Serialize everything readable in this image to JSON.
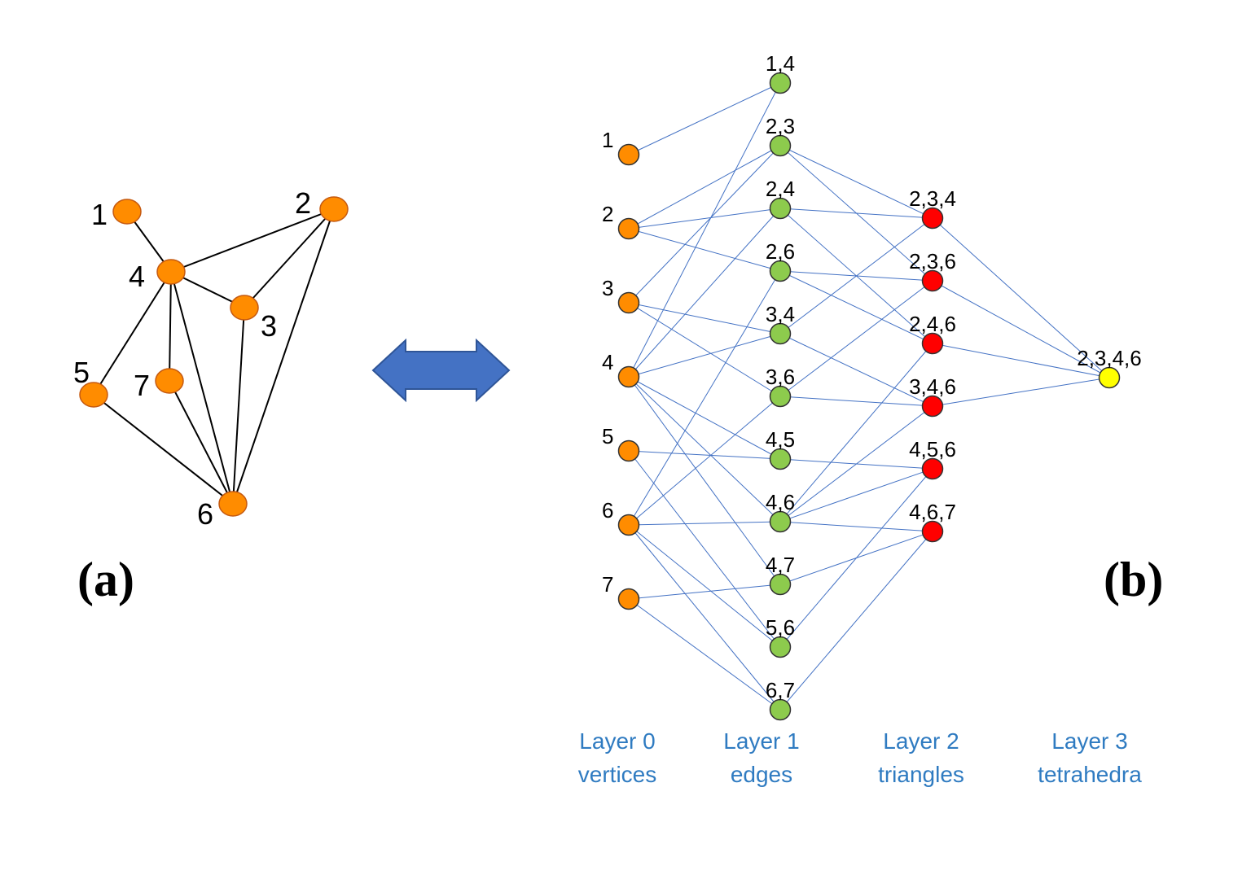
{
  "graph_a": {
    "panel_label": "(a)",
    "vertices": [
      {
        "id": "1",
        "label": "1"
      },
      {
        "id": "2",
        "label": "2"
      },
      {
        "id": "3",
        "label": "3"
      },
      {
        "id": "4",
        "label": "4"
      },
      {
        "id": "5",
        "label": "5"
      },
      {
        "id": "6",
        "label": "6"
      },
      {
        "id": "7",
        "label": "7"
      }
    ],
    "edges": [
      [
        "1",
        "4"
      ],
      [
        "2",
        "3"
      ],
      [
        "2",
        "4"
      ],
      [
        "2",
        "6"
      ],
      [
        "3",
        "4"
      ],
      [
        "3",
        "6"
      ],
      [
        "4",
        "5"
      ],
      [
        "4",
        "6"
      ],
      [
        "4",
        "7"
      ],
      [
        "5",
        "6"
      ],
      [
        "6",
        "7"
      ]
    ],
    "vertex_color": "#FF8C00",
    "edge_color": "#000000"
  },
  "arrow": {
    "color": "#4472C4",
    "meaning": "bidirectional"
  },
  "hasse_b": {
    "panel_label": "(b)",
    "layers": [
      {
        "name": "Layer 0",
        "sub": "vertices",
        "color": "#FF8C00",
        "nodes": [
          "1",
          "2",
          "3",
          "4",
          "5",
          "6",
          "7"
        ]
      },
      {
        "name": "Layer 1",
        "sub": "edges",
        "color": "#8DCB4D",
        "nodes": [
          "1,4",
          "2,3",
          "2,4",
          "2,6",
          "3,4",
          "3,6",
          "4,5",
          "4,6",
          "4,7",
          "5,6",
          "6,7"
        ]
      },
      {
        "name": "Layer 2",
        "sub": "triangles",
        "color": "#FF0000",
        "nodes": [
          "2,3,4",
          "2,3,6",
          "2,4,6",
          "3,4,6",
          "4,5,6",
          "4,6,7"
        ]
      },
      {
        "name": "Layer 3",
        "sub": "tetrahedra",
        "color": "#FFFF00",
        "nodes": [
          "2,3,4,6"
        ]
      }
    ],
    "link_color": "#4472C4",
    "layer_label_color": "#2F7BC1"
  }
}
